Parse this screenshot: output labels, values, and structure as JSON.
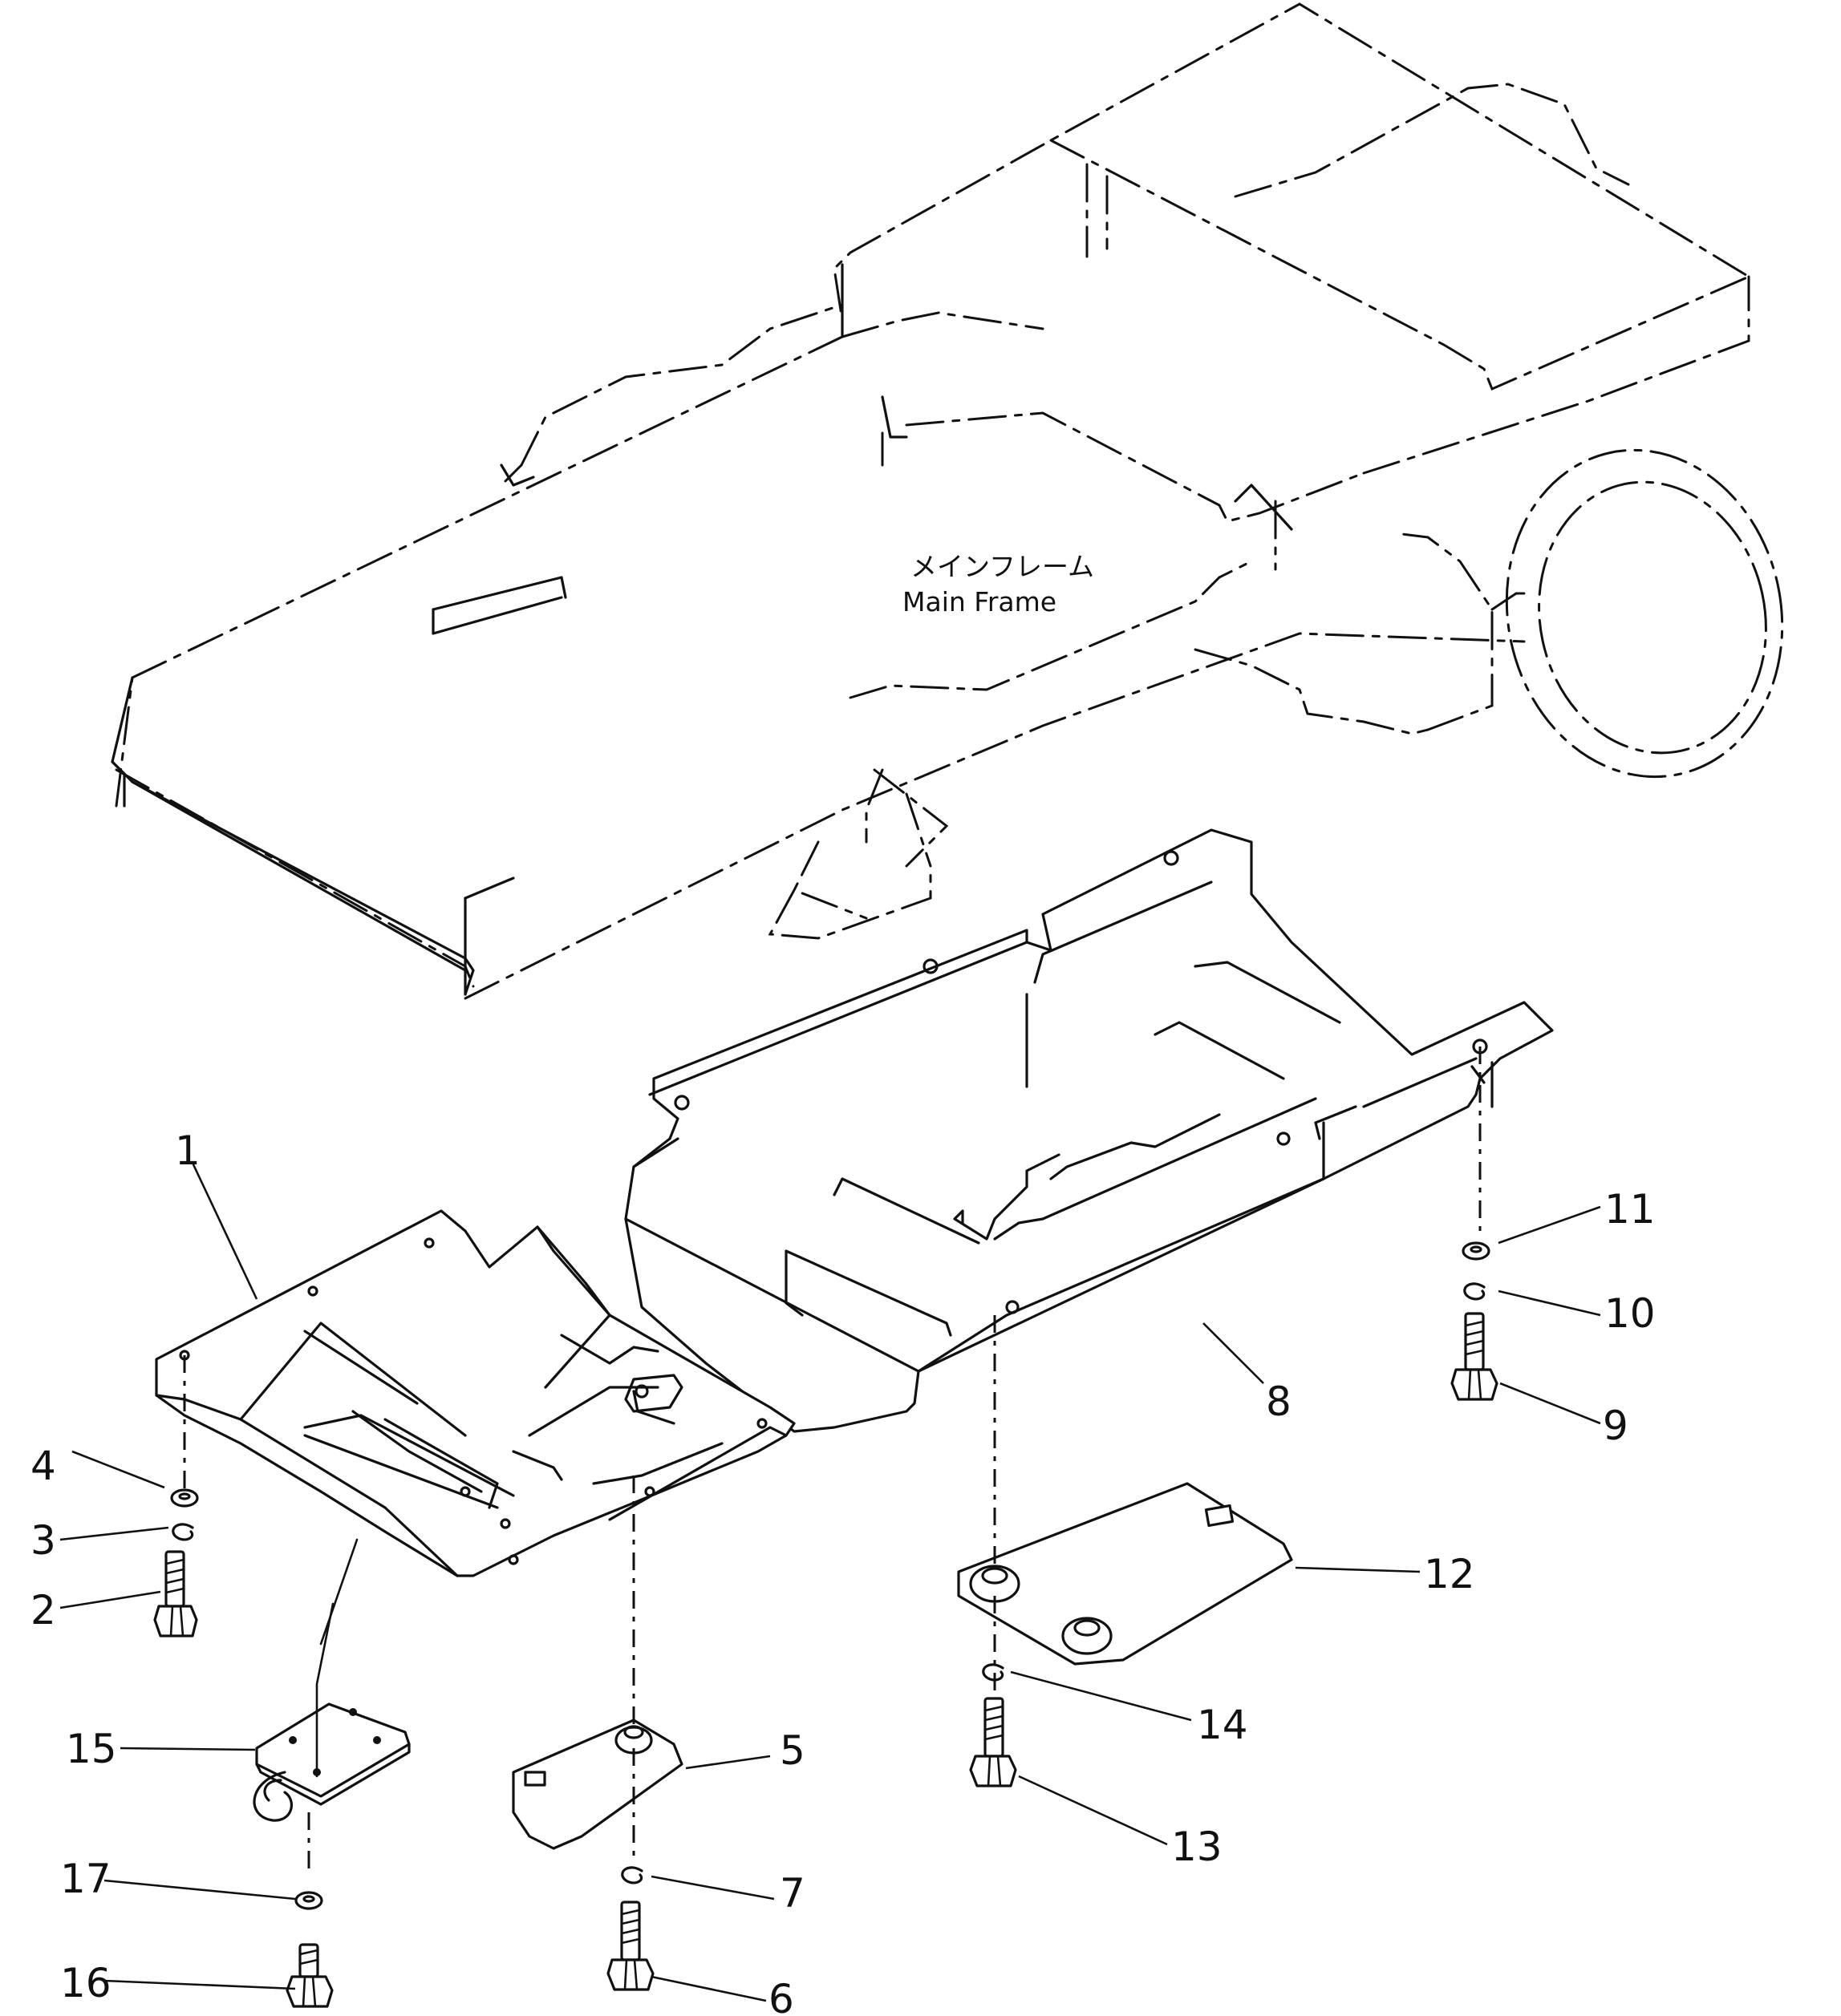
{
  "frame_label": {
    "japanese": "メインフレーム",
    "english": "Main  Frame"
  },
  "callouts": [
    {
      "id": "1",
      "part": "main-cover-left"
    },
    {
      "id": "2",
      "part": "bolt"
    },
    {
      "id": "3",
      "part": "spring-washer"
    },
    {
      "id": "4",
      "part": "washer"
    },
    {
      "id": "5",
      "part": "small-cover"
    },
    {
      "id": "6",
      "part": "bolt"
    },
    {
      "id": "7",
      "part": "spring-washer"
    },
    {
      "id": "8",
      "part": "main-cover-right"
    },
    {
      "id": "9",
      "part": "bolt"
    },
    {
      "id": "10",
      "part": "spring-washer"
    },
    {
      "id": "11",
      "part": "washer"
    },
    {
      "id": "12",
      "part": "inspection-cover"
    },
    {
      "id": "13",
      "part": "bolt"
    },
    {
      "id": "14",
      "part": "spring-washer"
    },
    {
      "id": "15",
      "part": "tow-hook-plate"
    },
    {
      "id": "16",
      "part": "bolt"
    },
    {
      "id": "17",
      "part": "washer"
    }
  ]
}
